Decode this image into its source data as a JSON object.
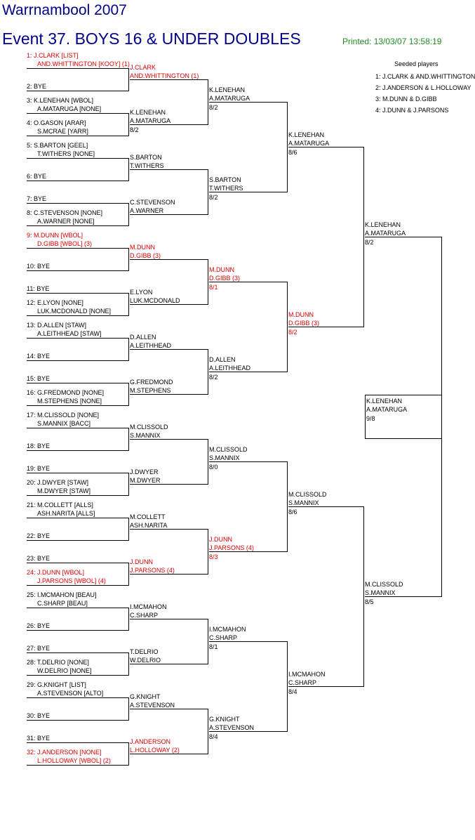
{
  "header": {
    "tournament": "Warrnambool 2007",
    "event": "Event 37. BOYS 16 & UNDER DOUBLES",
    "printed": "Printed: 13/03/07 13:58:19"
  },
  "seeded": {
    "title": "Seeded players",
    "items": [
      "1: J.CLARK & AND.WHITTINGTON",
      "2: J.ANDERSON & L.HOLLOWAY",
      "3: M.DUNN & D.GIBB",
      "4: J.DUNN & J.PARSONS"
    ]
  },
  "colors": {
    "title": "#00008b",
    "printed": "#228b22",
    "seed": "#dd0000",
    "lines": "#000000"
  },
  "draw": [
    {
      "line1": "1: J.CLARK [LIST]",
      "line2": "AND.WHITTINGTON [KOOY] (1)",
      "seed": true
    },
    {
      "line1": "2: BYE",
      "line2": "",
      "seed": false
    },
    {
      "line1": "3: K.LENEHAN [WBOL]",
      "line2": "A.MATARUGA [NONE]",
      "seed": false
    },
    {
      "line1": "4: O.GASON [ARAR]",
      "line2": "S.MCRAE [YARR]",
      "seed": false
    },
    {
      "line1": "5: S.BARTON [GEEL]",
      "line2": "T.WITHERS [NONE]",
      "seed": false
    },
    {
      "line1": "6: BYE",
      "line2": "",
      "seed": false
    },
    {
      "line1": "7: BYE",
      "line2": "",
      "seed": false
    },
    {
      "line1": "8: C.STEVENSON [NONE]",
      "line2": "A.WARNER [NONE]",
      "seed": false
    },
    {
      "line1": "9: M.DUNN [WBOL]",
      "line2": "D.GIBB [WBOL] (3)",
      "seed": true
    },
    {
      "line1": "10: BYE",
      "line2": "",
      "seed": false
    },
    {
      "line1": "11: BYE",
      "line2": "",
      "seed": false
    },
    {
      "line1": "12: E.LYON [NONE]",
      "line2": "LUK.MCDONALD [NONE]",
      "seed": false
    },
    {
      "line1": "13: D.ALLEN [STAW]",
      "line2": "A.LEITHHEAD [STAW]",
      "seed": false
    },
    {
      "line1": "14: BYE",
      "line2": "",
      "seed": false
    },
    {
      "line1": "15: BYE",
      "line2": "",
      "seed": false
    },
    {
      "line1": "16: G.FREDMOND [NONE]",
      "line2": "M.STEPHENS [NONE]",
      "seed": false
    },
    {
      "line1": "17: M.CLISSOLD [NONE]",
      "line2": "S.MANNIX [BACC]",
      "seed": false
    },
    {
      "line1": "18: BYE",
      "line2": "",
      "seed": false
    },
    {
      "line1": "19: BYE",
      "line2": "",
      "seed": false
    },
    {
      "line1": "20: J.DWYER [STAW]",
      "line2": "M.DWYER [STAW]",
      "seed": false
    },
    {
      "line1": "21: M.COLLETT [ALLS]",
      "line2": "ASH.NARITA [ALLS]",
      "seed": false
    },
    {
      "line1": "22: BYE",
      "line2": "",
      "seed": false
    },
    {
      "line1": "23: BYE",
      "line2": "",
      "seed": false
    },
    {
      "line1": "24: J.DUNN [WBOL]",
      "line2": "J.PARSONS [WBOL] (4)",
      "seed": true
    },
    {
      "line1": "25: I.MCMAHON [BEAU]",
      "line2": "C.SHARP [BEAU]",
      "seed": false
    },
    {
      "line1": "26: BYE",
      "line2": "",
      "seed": false
    },
    {
      "line1": "27: BYE",
      "line2": "",
      "seed": false
    },
    {
      "line1": "28: T.DELRIO [NONE]",
      "line2": "W.DELRIO [NONE]",
      "seed": false
    },
    {
      "line1": "29: G.KNIGHT [LIST]",
      "line2": "A.STEVENSON [ALTO]",
      "seed": false
    },
    {
      "line1": "30: BYE",
      "line2": "",
      "seed": false
    },
    {
      "line1": "31: BYE",
      "line2": "",
      "seed": false
    },
    {
      "line1": "32: J.ANDERSON [NONE]",
      "line2": "L.HOLLOWAY [WBOL] (2)",
      "seed": true
    }
  ],
  "rounds": [
    [
      {
        "line1": "J.CLARK",
        "line2": "AND.WHITTINGTON (1)",
        "score": "",
        "seed": true
      },
      {
        "line1": "K.LENEHAN",
        "line2": "A.MATARUGA",
        "score": "8/2",
        "seed": false
      },
      {
        "line1": "S.BARTON",
        "line2": "T.WITHERS",
        "score": "",
        "seed": false
      },
      {
        "line1": "C.STEVENSON",
        "line2": "A.WARNER",
        "score": "",
        "seed": false
      },
      {
        "line1": "M.DUNN",
        "line2": "D.GIBB (3)",
        "score": "",
        "seed": true
      },
      {
        "line1": "E.LYON",
        "line2": "LUK.MCDONALD",
        "score": "",
        "seed": false
      },
      {
        "line1": "D.ALLEN",
        "line2": "A.LEITHHEAD",
        "score": "",
        "seed": false
      },
      {
        "line1": "G.FREDMOND",
        "line2": "M.STEPHENS",
        "score": "",
        "seed": false
      },
      {
        "line1": "M.CLISSOLD",
        "line2": "S.MANNIX",
        "score": "",
        "seed": false
      },
      {
        "line1": "J.DWYER",
        "line2": "M.DWYER",
        "score": "",
        "seed": false
      },
      {
        "line1": "M.COLLETT",
        "line2": "ASH.NARITA",
        "score": "",
        "seed": false
      },
      {
        "line1": "J.DUNN",
        "line2": "J.PARSONS (4)",
        "score": "",
        "seed": true
      },
      {
        "line1": "I.MCMAHON",
        "line2": "C.SHARP",
        "score": "",
        "seed": false
      },
      {
        "line1": "T.DELRIO",
        "line2": "W.DELRIO",
        "score": "",
        "seed": false
      },
      {
        "line1": "G.KNIGHT",
        "line2": "A.STEVENSON",
        "score": "",
        "seed": false
      },
      {
        "line1": "J.ANDERSON",
        "line2": "L.HOLLOWAY (2)",
        "score": "",
        "seed": true
      }
    ],
    [
      {
        "line1": "K.LENEHAN",
        "line2": "A.MATARUGA",
        "score": "8/2",
        "seed": false
      },
      {
        "line1": "S.BARTON",
        "line2": "T.WITHERS",
        "score": "8/2",
        "seed": false
      },
      {
        "line1": "M.DUNN",
        "line2": "D.GIBB (3)",
        "score": "8/1",
        "seed": true
      },
      {
        "line1": "D.ALLEN",
        "line2": "A.LEITHHEAD",
        "score": "8/2",
        "seed": false
      },
      {
        "line1": "M.CLISSOLD",
        "line2": "S.MANNIX",
        "score": "8/0",
        "seed": false
      },
      {
        "line1": "J.DUNN",
        "line2": "J.PARSONS (4)",
        "score": "8/3",
        "seed": true
      },
      {
        "line1": "I.MCMAHON",
        "line2": "C.SHARP",
        "score": "8/1",
        "seed": false
      },
      {
        "line1": "G.KNIGHT",
        "line2": "A.STEVENSON",
        "score": "8/4",
        "seed": false
      }
    ],
    [
      {
        "line1": "K.LENEHAN",
        "line2": "A.MATARUGA",
        "score": "8/6",
        "seed": false
      },
      {
        "line1": "M.DUNN",
        "line2": "D.GIBB (3)",
        "score": "8/2",
        "seed": true
      },
      {
        "line1": "M.CLISSOLD",
        "line2": "S.MANNIX",
        "score": "8/6",
        "seed": false
      },
      {
        "line1": "I.MCMAHON",
        "line2": "C.SHARP",
        "score": "8/4",
        "seed": false
      }
    ],
    [
      {
        "line1": "K.LENEHAN",
        "line2": "A.MATARUGA",
        "score": "8/2",
        "seed": false
      },
      {
        "line1": "M.CLISSOLD",
        "line2": "S.MANNIX",
        "score": "8/5",
        "seed": false
      }
    ]
  ],
  "final": {
    "line1": "K.LENEHAN",
    "line2": "A.MATARUGA",
    "score": "9/8",
    "seed": false
  }
}
